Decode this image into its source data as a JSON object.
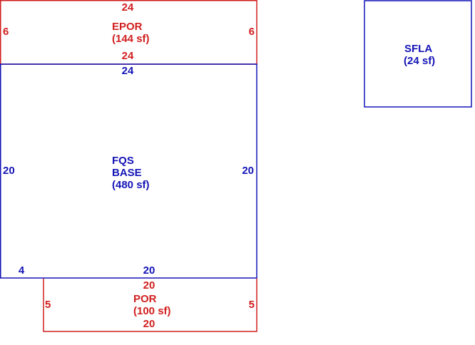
{
  "colors": {
    "red": "#d11f1f",
    "blue": "#1414b8"
  },
  "epor": {
    "top_dim": "24",
    "left_dim": "6",
    "right_dim": "6",
    "bottom_dim": "24",
    "label": "EPOR",
    "area": "(144 sf)"
  },
  "base": {
    "top_dim": "24",
    "left_dim": "20",
    "right_dim": "20",
    "bottom_left_dim": "4",
    "bottom_dim": "20",
    "label1": "FQS",
    "label2": "BASE",
    "area": "(480 sf)"
  },
  "por": {
    "top_dim": "20",
    "left_dim": "5",
    "right_dim": "5",
    "bottom_dim": "20",
    "label": "POR",
    "area": "(100 sf)"
  },
  "sfla": {
    "label": "SFLA",
    "area": "(24 sf)"
  }
}
